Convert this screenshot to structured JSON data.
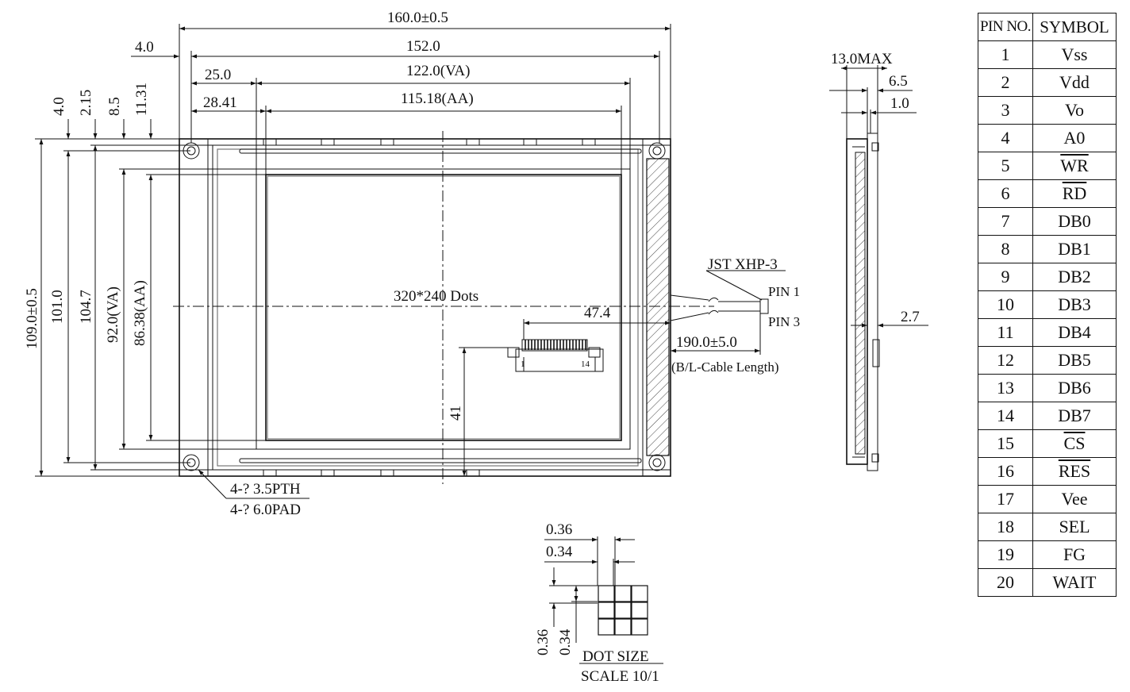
{
  "dimensions": {
    "overall_width": "160.0±0.5",
    "pcb_width": "152.0",
    "va_width": "122.0(VA)",
    "aa_width": "115.18(AA)",
    "offset_hole": "4.0",
    "offset_va": "25.0",
    "offset_aa": "28.41",
    "v_offset_1": "4.0",
    "v_offset_2": "2.15",
    "v_offset_3": "8.5",
    "v_offset_4": "11.31",
    "overall_height": "109.0±0.5",
    "pcb_height": "101.0",
    "height_2": "104.7",
    "va_height": "92.0(VA)",
    "aa_height": "86.38(AA)",
    "connector_offset": "47.4",
    "connector_height": "41",
    "resolution": "320*240 Dots",
    "hole_note_1": "4-? 3.5PTH",
    "hole_note_2": "4-? 6.0PAD",
    "connector_pin_first": "1",
    "connector_pin_last": "14"
  },
  "backlight": {
    "connector": "JST XHP-3",
    "pin_first": "PIN 1",
    "pin_last": "PIN 3",
    "cable_length": "190.0±5.0",
    "cable_note": "(B/L-Cable Length)"
  },
  "side_view": {
    "max_thickness": "13.0MAX",
    "dim_a": "6.5",
    "dim_b": "1.0",
    "dim_c": "2.7"
  },
  "dot_detail": {
    "pitch_h": "0.36",
    "size_h": "0.34",
    "pitch_v": "0.36",
    "size_v": "0.34",
    "title": "DOT SIZE",
    "scale": "SCALE 10/1"
  },
  "pin_table": {
    "headers": [
      "PIN NO.",
      "SYMBOL"
    ],
    "rows": [
      {
        "no": "1",
        "symbol": "Vss",
        "overline": false
      },
      {
        "no": "2",
        "symbol": "Vdd",
        "overline": false
      },
      {
        "no": "3",
        "symbol": "Vo",
        "overline": false
      },
      {
        "no": "4",
        "symbol": "A0",
        "overline": false
      },
      {
        "no": "5",
        "symbol": "WR",
        "overline": true
      },
      {
        "no": "6",
        "symbol": "RD",
        "overline": true
      },
      {
        "no": "7",
        "symbol": "DB0",
        "overline": false
      },
      {
        "no": "8",
        "symbol": "DB1",
        "overline": false
      },
      {
        "no": "9",
        "symbol": "DB2",
        "overline": false
      },
      {
        "no": "10",
        "symbol": "DB3",
        "overline": false
      },
      {
        "no": "11",
        "symbol": "DB4",
        "overline": false
      },
      {
        "no": "12",
        "symbol": "DB5",
        "overline": false
      },
      {
        "no": "13",
        "symbol": "DB6",
        "overline": false
      },
      {
        "no": "14",
        "symbol": "DB7",
        "overline": false
      },
      {
        "no": "15",
        "symbol": "CS",
        "overline": true
      },
      {
        "no": "16",
        "symbol": "RES",
        "overline": true
      },
      {
        "no": "17",
        "symbol": "Vee",
        "overline": false
      },
      {
        "no": "18",
        "symbol": "SEL",
        "overline": false
      },
      {
        "no": "19",
        "symbol": "FG",
        "overline": false
      },
      {
        "no": "20",
        "symbol": "WAIT",
        "overline": false
      }
    ]
  }
}
